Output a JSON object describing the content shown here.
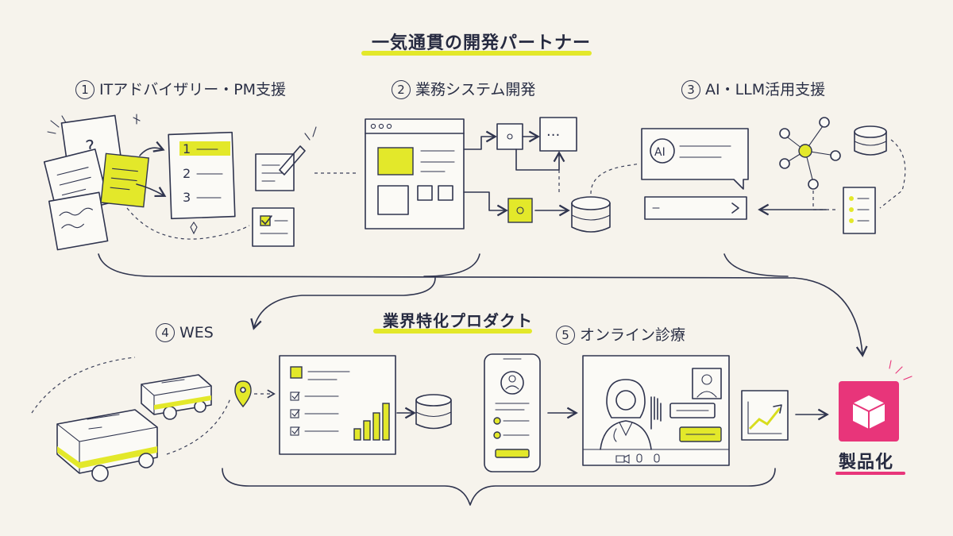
{
  "title": "一気通貫の開発パートナー",
  "subtitle": "業界特化プロダクト",
  "services": [
    {
      "number": "1",
      "label": "ITアドバイザリー・PM支援"
    },
    {
      "number": "2",
      "label": "業務システム開発"
    },
    {
      "number": "3",
      "label": "AI・LLM活用支援"
    },
    {
      "number": "4",
      "label": "WES"
    },
    {
      "number": "5",
      "label": "オンライン診療"
    }
  ],
  "result": {
    "label": "製品化"
  },
  "icons": {
    "ai_badge": "AI",
    "question": "?",
    "list_numbers": [
      "1",
      "2",
      "3"
    ],
    "dots": "···"
  },
  "colors": {
    "accent": "#e3e82a",
    "ink": "#2f344e",
    "pink": "#e8357a",
    "background": "#f6f3ec"
  }
}
